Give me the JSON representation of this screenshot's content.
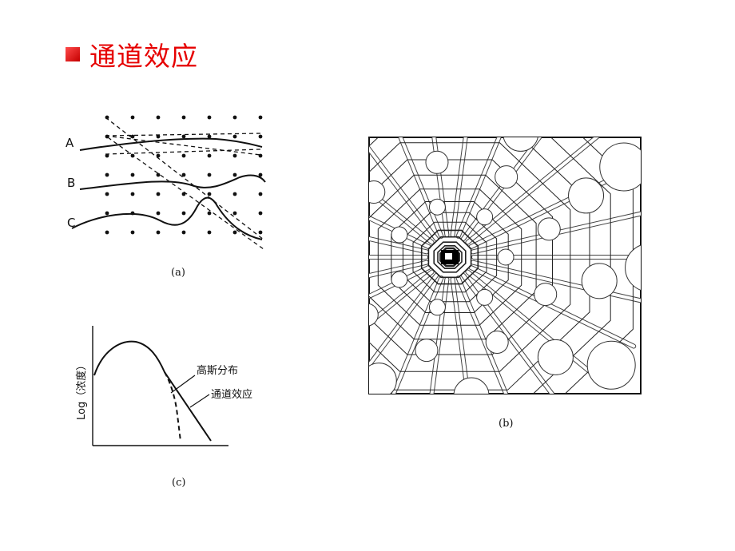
{
  "title": "通道效应",
  "figure_a": {
    "caption": "(a)",
    "rows": [
      "A",
      "B",
      "C"
    ]
  },
  "figure_b": {
    "caption": "(b)"
  },
  "figure_c": {
    "caption": "(c)",
    "ylabel": "Log（浓度）",
    "annotations": {
      "gauss": "高斯分布",
      "channel": "通道效应"
    }
  }
}
